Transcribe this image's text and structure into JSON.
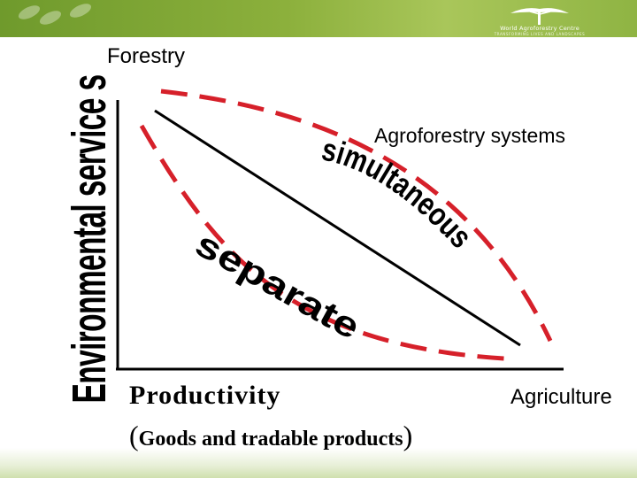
{
  "header": {
    "logo_name": "World Agroforestry Centre",
    "logo_tagline": "TRANSFORMING LIVES AND LANDSCAPES",
    "colors": {
      "band": "#8cb03c",
      "curve": "#d6202a",
      "line": "#000000"
    }
  },
  "diagram": {
    "y_axis_label": "Environmental service s",
    "x_axis_label": "Productivity",
    "x_axis_sublabel": "Goods and tradable products",
    "x_axis_sublabel_open": "(",
    "x_axis_sublabel_close": ")",
    "corner_top_label": "Forestry",
    "corner_right_label": "Agriculture",
    "upper_curve_label": "Agroforestry systems",
    "upper_curve_word": "simultaneous",
    "lower_curve_word": "separate"
  }
}
